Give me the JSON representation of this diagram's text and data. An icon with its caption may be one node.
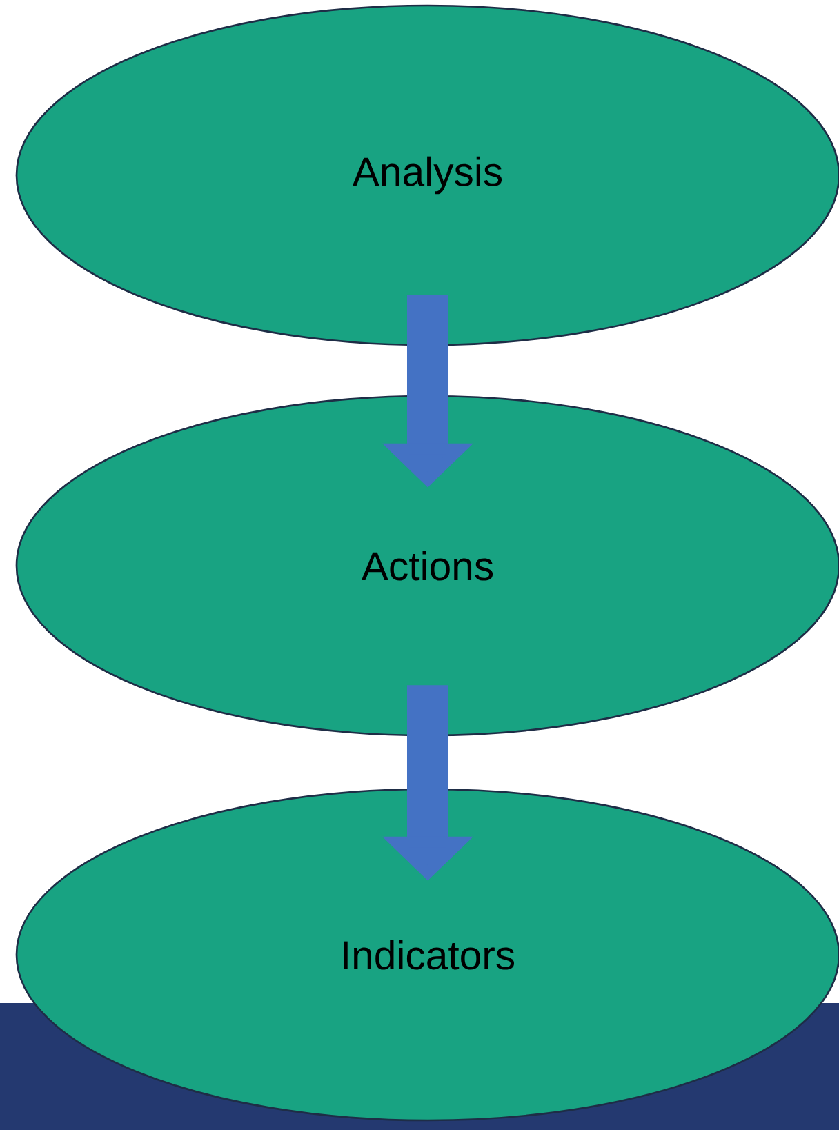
{
  "diagram": {
    "nodes": [
      {
        "text": [
          "Analysis"
        ]
      },
      {
        "text": [
          "Actions"
        ]
      },
      {
        "text": [
          "Indicators"
        ]
      }
    ],
    "edges": [
      {
        "from": 0,
        "to": 1,
        "arrow": "to"
      },
      {
        "from": 1,
        "to": 2,
        "arrow": "to"
      }
    ]
  }
}
